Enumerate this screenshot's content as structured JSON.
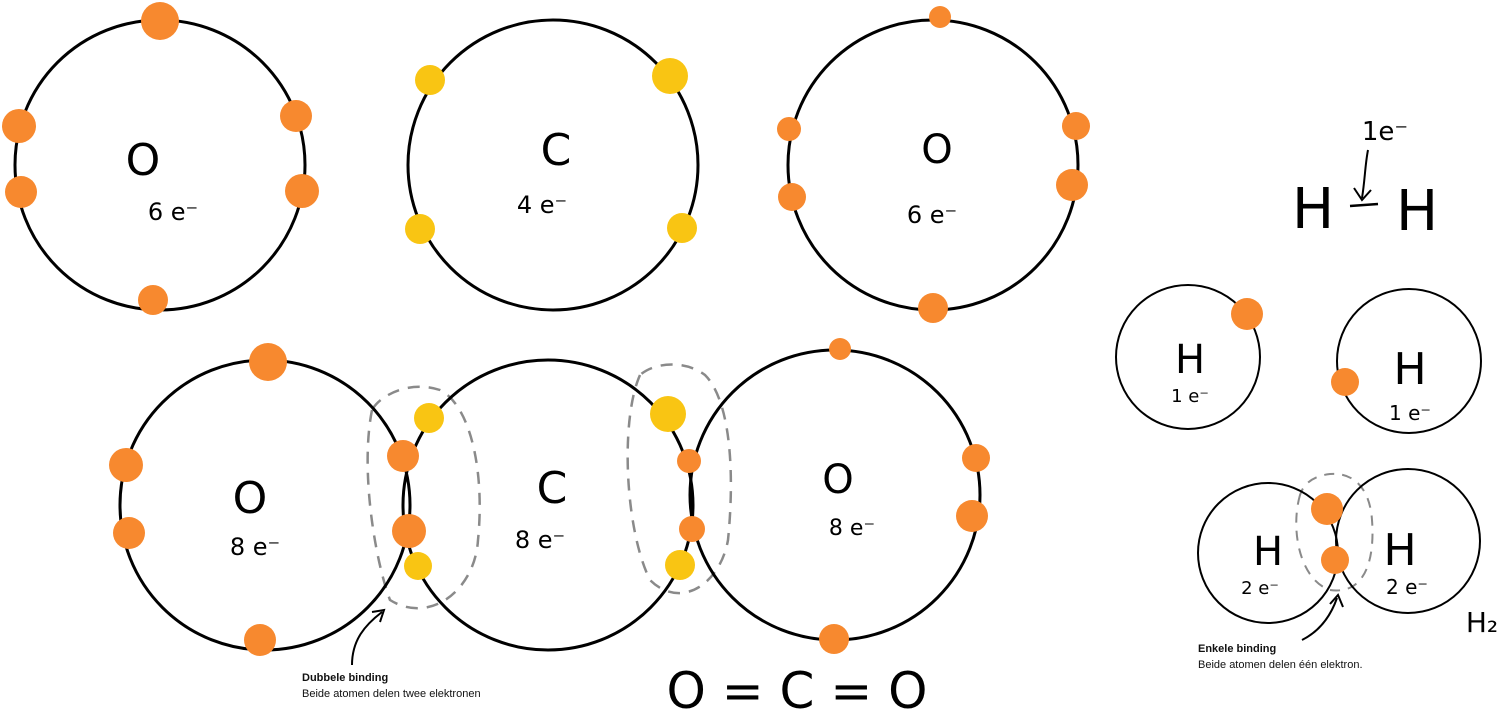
{
  "colors": {
    "oxygen_electron": "#F7892F",
    "carbon_electron": "#F9C513",
    "shell": "#000000",
    "binding_outline": "#8A8A8A"
  },
  "atoms_top": {
    "oxygen_left": {
      "symbol": "O",
      "electrons": "6 e⁻"
    },
    "carbon": {
      "symbol": "C",
      "electrons": "4 e⁻"
    },
    "oxygen_right": {
      "symbol": "O",
      "electrons": "6 e⁻"
    }
  },
  "molecule_co2": {
    "oxygen_left": {
      "symbol": "O",
      "electrons": "8 e⁻"
    },
    "carbon": {
      "symbol": "C",
      "electrons": "8 e⁻"
    },
    "oxygen_right": {
      "symbol": "O",
      "electrons": "8 e⁻"
    },
    "structural_formula": "O = C = O"
  },
  "double_bond_note": {
    "title": "Dubbele binding",
    "text": "Beide atomen delen twee elektronen"
  },
  "hydrogen": {
    "electron_label": "1e⁻",
    "equation_left": "H",
    "equation_right": "H",
    "separate_left": {
      "symbol": "H",
      "electrons": "1 e⁻"
    },
    "separate_right": {
      "symbol": "H",
      "electrons": "1 e⁻"
    },
    "molecule_left": {
      "symbol": "H",
      "electrons": "2 e⁻"
    },
    "molecule_right": {
      "symbol": "H",
      "electrons": "2 e⁻"
    },
    "molecule_label": "H₂"
  },
  "single_bond_note": {
    "title": "Enkele binding",
    "text": "Beide atomen delen één elektron."
  }
}
